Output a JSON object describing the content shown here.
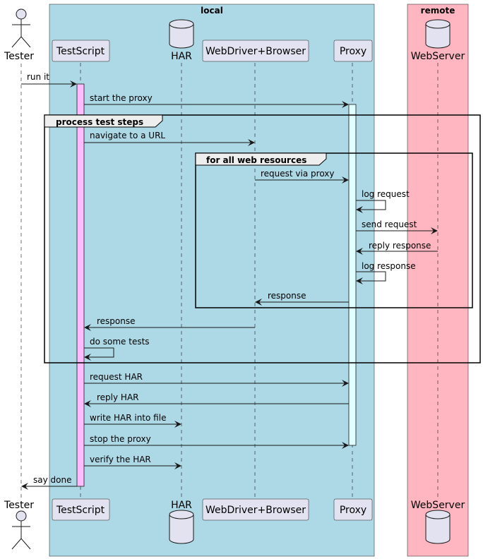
{
  "boxes": {
    "local": {
      "title": "local",
      "color": "#ADD8E6"
    },
    "remote": {
      "title": "remote",
      "color": "#FFB6C1"
    }
  },
  "participants": {
    "tester": {
      "label": "Tester",
      "kind": "actor"
    },
    "testscript": {
      "label": "TestScript",
      "kind": "participant"
    },
    "har": {
      "label": "HAR",
      "kind": "database"
    },
    "webdriver": {
      "label": "WebDriver+Browser",
      "kind": "participant"
    },
    "proxy": {
      "label": "Proxy",
      "kind": "participant"
    },
    "webserver": {
      "label": "WebServer",
      "kind": "database"
    }
  },
  "frames": {
    "process": {
      "label": "process test steps"
    },
    "loop": {
      "label": "for all web resources"
    }
  },
  "messages": [
    {
      "label": "run it"
    },
    {
      "label": "start the proxy"
    },
    {
      "label": "navigate to a URL"
    },
    {
      "label": "request via proxy"
    },
    {
      "label": "log request"
    },
    {
      "label": "send request"
    },
    {
      "label": "reply response"
    },
    {
      "label": "log response"
    },
    {
      "label": "response"
    },
    {
      "label": "response"
    },
    {
      "label": "do some tests"
    },
    {
      "label": "request HAR"
    },
    {
      "label": "reply HAR"
    },
    {
      "label": "write HAR into file"
    },
    {
      "label": "stop the proxy"
    },
    {
      "label": "verify the HAR"
    },
    {
      "label": "say done"
    }
  ],
  "colors": {
    "participant_fill": "#E2E2F0",
    "participant_stroke": "#181818",
    "activation_testscript": "#FFBBFF",
    "activation_proxy": "#E0FFFF",
    "lifeline": "#181818",
    "frame_header": "#EEEEEE"
  }
}
